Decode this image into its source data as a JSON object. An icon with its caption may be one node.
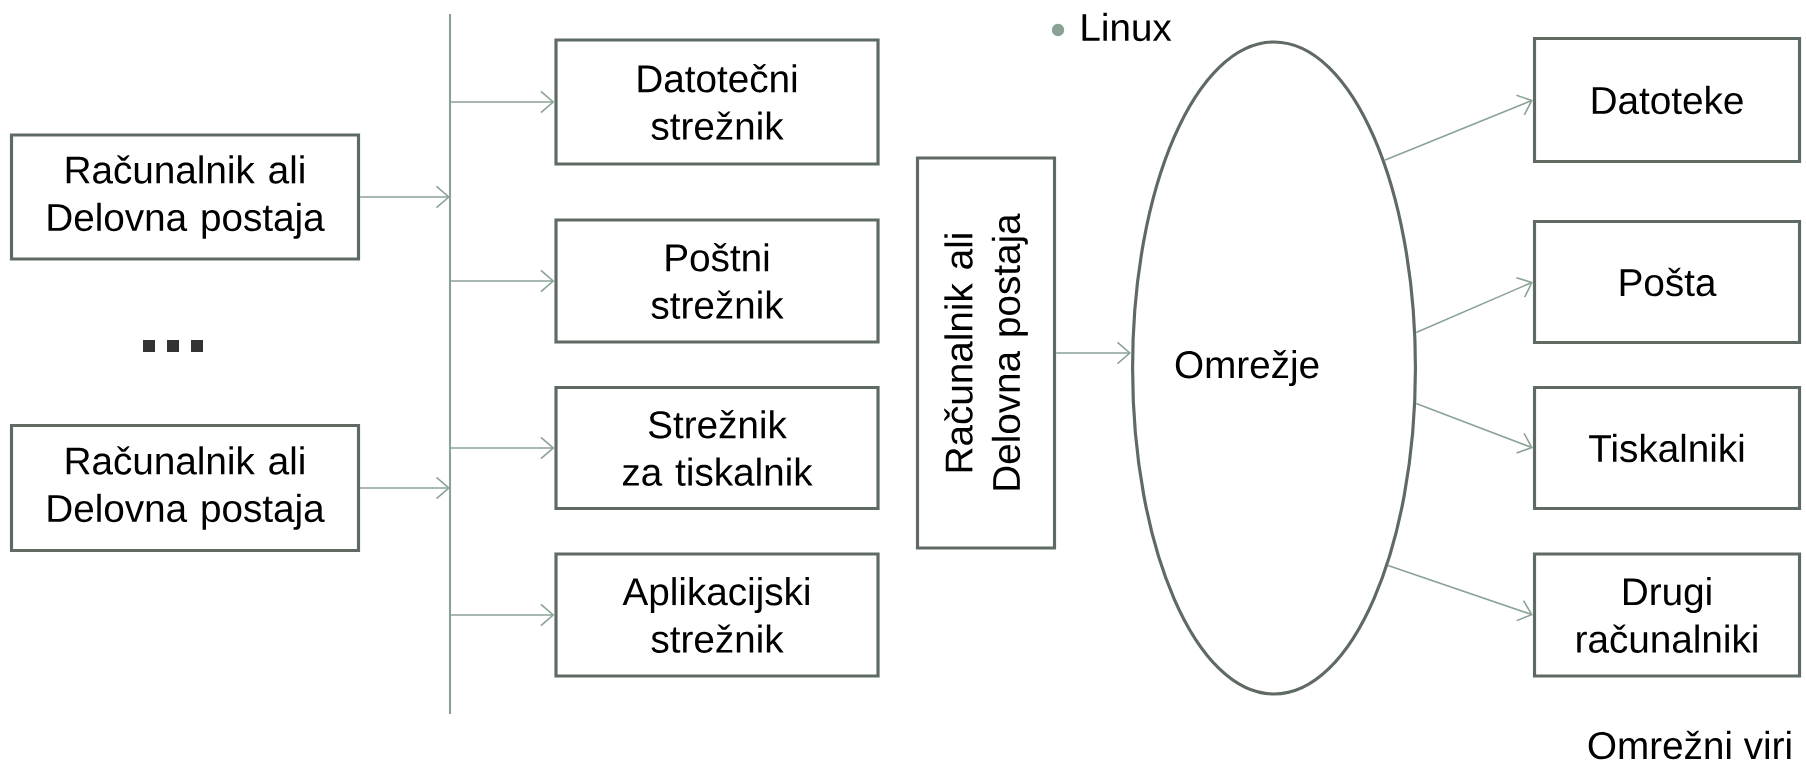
{
  "diagram": {
    "nodes": [
      {
        "text": [
          "Računalnik ali Delovna postaja"
        ]
      },
      {
        "text": [
          "Računalnik ali Delovna postaja"
        ]
      },
      {
        "text": [],
        "shape": "bar"
      },
      {
        "text": [
          "Datotečni strežnik"
        ]
      },
      {
        "text": [
          "Poštni strežnik"
        ]
      },
      {
        "text": [
          "Strežnik za tiskalnik"
        ]
      },
      {
        "text": [
          "Aplikacijski strežnik"
        ]
      },
      {
        "text": [
          "Računalnik ali Delovna postaja"
        ]
      },
      {
        "text": [
          "Omrežje"
        ]
      },
      {
        "text": [
          "Datoteke"
        ]
      },
      {
        "text": [
          "Pošta"
        ]
      },
      {
        "text": [
          "Tiskalniki"
        ]
      },
      {
        "text": [
          "Drugi računalniki"
        ]
      }
    ],
    "edges": [
      {
        "from": 0,
        "to": 2,
        "arrow": "to"
      },
      {
        "from": 1,
        "to": 2,
        "arrow": "to"
      },
      {
        "from": 2,
        "to": 3,
        "arrow": "to"
      },
      {
        "from": 2,
        "to": 4,
        "arrow": "to"
      },
      {
        "from": 2,
        "to": 5,
        "arrow": "to"
      },
      {
        "from": 2,
        "to": 6,
        "arrow": "to"
      },
      {
        "from": 7,
        "to": 8,
        "arrow": "to"
      },
      {
        "from": 8,
        "to": 9,
        "arrow": "to"
      },
      {
        "from": 8,
        "to": 10,
        "arrow": "to"
      },
      {
        "from": 8,
        "to": 11,
        "arrow": "to"
      },
      {
        "from": 8,
        "to": 12,
        "arrow": "to"
      }
    ],
    "labels": [
      "Linux",
      "Omrežni viri"
    ]
  }
}
